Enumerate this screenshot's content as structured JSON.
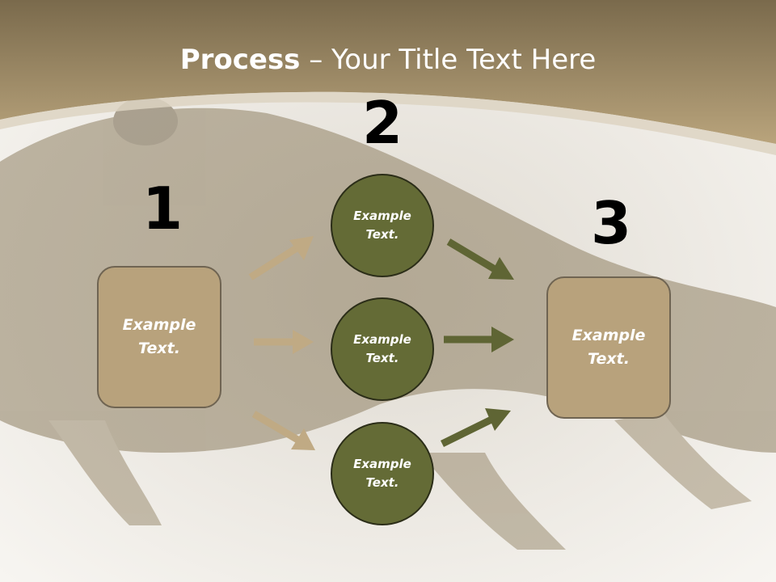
{
  "slide": {
    "title_bold": "Process",
    "title_rest": " – Your Title Text Here"
  },
  "steps": {
    "num1": "1",
    "num2": "2",
    "num3": "3"
  },
  "box_left": {
    "text": "Example\nText."
  },
  "box_right": {
    "text": "Example\nText."
  },
  "circles": [
    {
      "text": "Example\nText."
    },
    {
      "text": "Example\nText."
    },
    {
      "text": "Example\nText."
    }
  ],
  "colors": {
    "header": "#a08a63",
    "box_fill": "#b8a27c",
    "circle_fill": "#646b36",
    "arrow_tan": "#c0aa84",
    "arrow_olive": "#5f6534"
  }
}
